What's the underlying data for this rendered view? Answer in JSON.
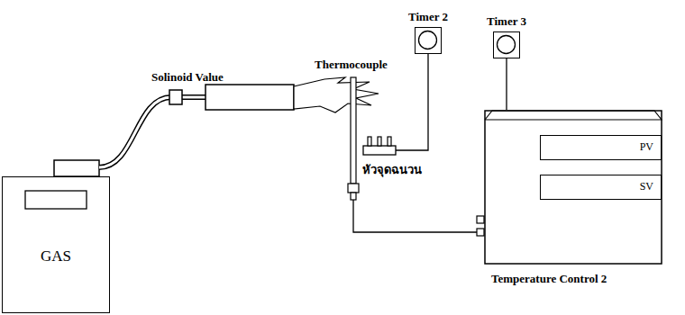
{
  "diagram": {
    "nodes": [
      {
        "text": [
          "GAS"
        ]
      },
      {
        "text": [
          "Timer 2"
        ]
      },
      {
        "text": [
          "Timer 3"
        ]
      },
      {
        "text": [
          "Temperature Control 2"
        ]
      },
      {
        "text": [
          "PV"
        ],
        "in": 3
      },
      {
        "text": [
          "SV"
        ],
        "in": 3
      }
    ],
    "edges": [
      {
        "from": 2,
        "to": 3,
        "arrow": "none"
      }
    ],
    "labels": [
      "Solinoid Value",
      "Thermocouple",
      "หัวจุดฉนวน"
    ]
  }
}
